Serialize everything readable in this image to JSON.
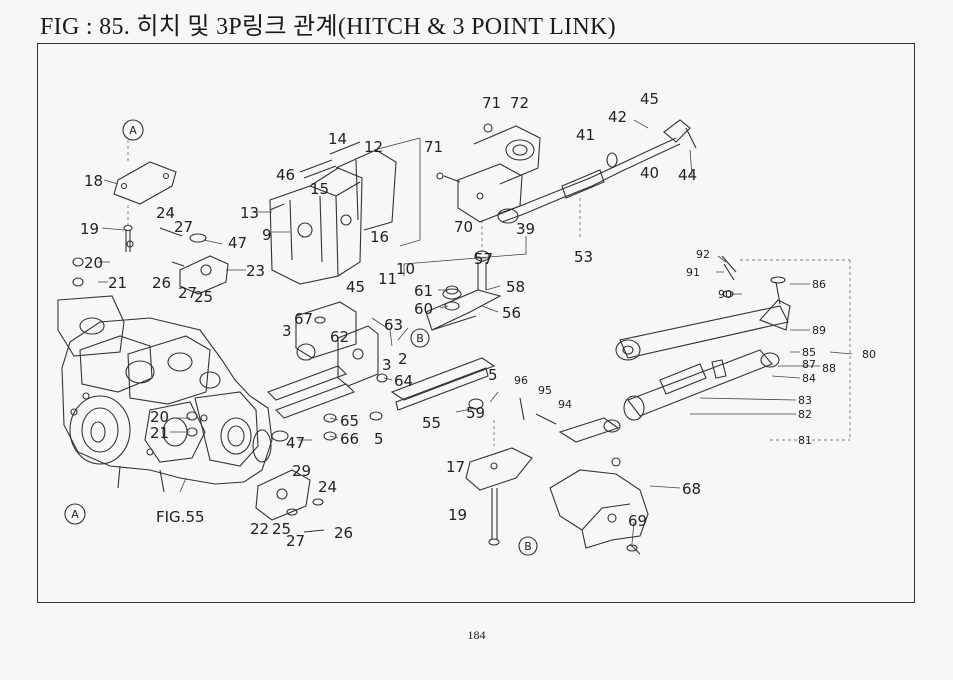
{
  "title": "FIG : 85. 히치 및 3P링크 관계(HITCH & 3 POINT LINK)",
  "page_number": "184",
  "figure_ref": "FIG.55",
  "ref_marks": [
    "A",
    "A",
    "B",
    "B"
  ],
  "callouts": {
    "c1": "14",
    "c2": "12",
    "c3": "71",
    "c4": "72",
    "c5": "71",
    "c6": "41",
    "c7": "42",
    "c8": "45",
    "c9": "44",
    "c10": "40",
    "c11": "18",
    "c12": "46",
    "c13": "15",
    "c14": "13",
    "c15": "9",
    "c16": "16",
    "c17": "19",
    "c18": "24",
    "c19": "27",
    "c20": "47",
    "c21": "10",
    "c22": "11",
    "c23": "70",
    "c24": "39",
    "c25": "53",
    "c26": "20",
    "c27": "21",
    "c28": "26",
    "c29": "27",
    "c30": "25",
    "c31": "23",
    "c32": "45",
    "c33": "57",
    "c34": "58",
    "c35": "61",
    "c36": "60",
    "c37": "56",
    "c38": "92",
    "c39": "91",
    "c40": "90",
    "c41": "86",
    "c42": "89",
    "c43": "85",
    "c44": "80",
    "c45": "87",
    "c46": "88",
    "c47": "84",
    "c48": "83",
    "c49": "82",
    "c50": "81",
    "c51": "67",
    "c52": "3",
    "c53": "62",
    "c54": "63",
    "c55": "3",
    "c56": "2",
    "c57": "64",
    "c58": "5",
    "c59": "96",
    "c60": "95",
    "c61": "94",
    "c62": "55",
    "c63": "59",
    "c64": "20",
    "c65": "21",
    "c66": "65",
    "c67": "66",
    "c68": "5",
    "c69": "47",
    "c70": "17",
    "c71": "29",
    "c72": "24",
    "c73": "68",
    "c74": "19",
    "c75": "69",
    "c76": "22",
    "c77": "25",
    "c78": "26",
    "c79": "27"
  }
}
